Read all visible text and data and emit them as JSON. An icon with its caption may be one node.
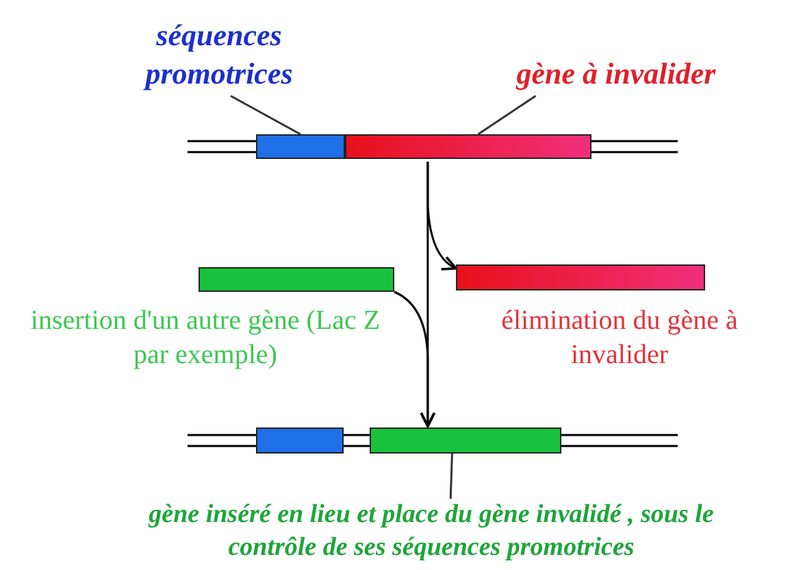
{
  "diagram": {
    "nodes": [
      {
        "text": [
          "séquences promotrices"
        ]
      },
      {
        "text": [
          "gène à invalider"
        ]
      },
      {
        "text": [],
        "shape": "bar"
      },
      {
        "text": [],
        "shape": "bar",
        "in": 2
      },
      {
        "text": [],
        "shape": "bar",
        "in": 2
      },
      {
        "text": [],
        "shape": "bar",
        "beside": [
          "insertion d'un autre gène (Lac Z par exemple)"
        ]
      },
      {
        "text": [],
        "shape": "bar",
        "beside": [
          "élimination du gène à invalider"
        ]
      },
      {
        "text": [],
        "shape": "bar"
      },
      {
        "text": [],
        "shape": "bar",
        "in": 7
      },
      {
        "text": [],
        "shape": "bar",
        "in": 7
      },
      {
        "text": [
          "gène inséré en lieu et place du gène invalidé , sous le contrôle de ses séquences promotrices"
        ]
      }
    ],
    "edges": [
      {
        "from": 0,
        "to": 3,
        "arrow": "none"
      },
      {
        "from": 1,
        "to": 4,
        "arrow": "none"
      },
      {
        "from": 2,
        "to": 7,
        "arrow": "to"
      },
      {
        "from": 2,
        "to": 6,
        "arrow": "to"
      },
      {
        "from": 5,
        "to": 7,
        "arrow": "to"
      },
      {
        "from": 10,
        "to": 9,
        "arrow": "none"
      }
    ]
  }
}
